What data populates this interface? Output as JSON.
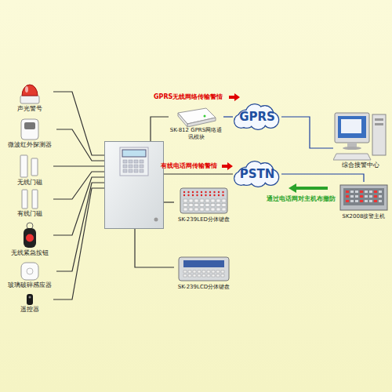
{
  "diagram": {
    "nodes": [
      {
        "text": [
          "声光警号"
        ]
      },
      {
        "text": [
          "微波红外探测器"
        ]
      },
      {
        "text": [
          "无线门磁"
        ]
      },
      {
        "text": [
          "有线门磁"
        ]
      },
      {
        "text": [
          "无线紧急按钮"
        ]
      },
      {
        "text": [
          "玻璃破碎感应器"
        ]
      },
      {
        "text": [
          "遥控器"
        ]
      },
      {
        "text": []
      },
      {
        "text": [
          "SK-812 GPRS网络通讯模块"
        ]
      },
      {
        "text": [
          "GPRS"
        ]
      },
      {
        "text": [
          "PSTN"
        ]
      },
      {
        "text": [
          "综合接警中心"
        ]
      },
      {
        "text": [
          "SK2008接警主机"
        ]
      },
      {
        "text": [
          "SK-239LED分体键盘"
        ]
      },
      {
        "text": [
          "SK-239LCD分体键盘"
        ]
      }
    ],
    "edges": [
      {
        "from": 7,
        "to": 0,
        "arrow": "none"
      },
      {
        "from": 7,
        "to": 1,
        "arrow": "none"
      },
      {
        "from": 7,
        "to": 2,
        "arrow": "none"
      },
      {
        "from": 7,
        "to": 3,
        "arrow": "none"
      },
      {
        "from": 7,
        "to": 4,
        "arrow": "none"
      },
      {
        "from": 7,
        "to": 5,
        "arrow": "none"
      },
      {
        "from": 7,
        "to": 6,
        "arrow": "none"
      },
      {
        "from": 7,
        "to": 8,
        "label": "GPRS无线网络传输警情",
        "arrow": "none"
      },
      {
        "from": 8,
        "to": 9,
        "arrow": "none"
      },
      {
        "from": 9,
        "to": 11,
        "arrow": "none"
      },
      {
        "from": 7,
        "to": 10,
        "label": "有线电话网传输警情",
        "arrow": "none"
      },
      {
        "from": 12,
        "to": 10,
        "label": "通过电话网对主机布撤防",
        "arrow": "none"
      },
      {
        "from": 7,
        "to": 13,
        "arrow": "none"
      },
      {
        "from": 7,
        "to": 14,
        "arrow": "none"
      }
    ]
  }
}
